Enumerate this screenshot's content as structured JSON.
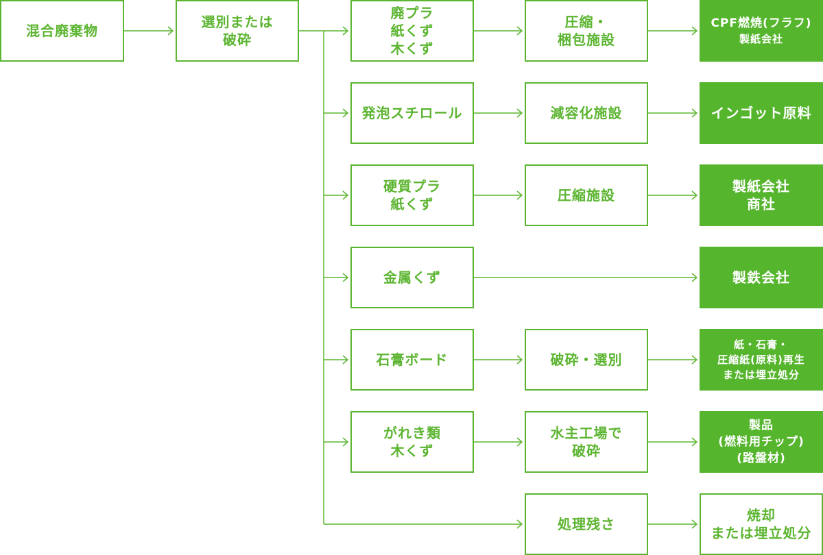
{
  "colors": {
    "outline": "#5cb531",
    "fill": "#55b52d",
    "arrow": "#5cb531"
  },
  "source": {
    "label": "混合廃棄物"
  },
  "sort": {
    "lines": [
      "選別または",
      "破砕"
    ]
  },
  "rows": [
    {
      "material": [
        "廃プラ",
        "紙くず",
        "木くず"
      ],
      "process": [
        "圧縮・",
        "梱包施設"
      ],
      "destination": [
        "CPF燃焼(フラフ)",
        "製紙会社"
      ]
    },
    {
      "material": [
        "発泡スチロール"
      ],
      "process": [
        "減容化施設"
      ],
      "destination": [
        "インゴット原料"
      ]
    },
    {
      "material": [
        "硬質プラ",
        "紙くず"
      ],
      "process": [
        "圧縮施設"
      ],
      "destination": [
        "製紙会社",
        "商社"
      ]
    },
    {
      "material": [
        "金属くず"
      ],
      "process": [],
      "destination": [
        "製鉄会社"
      ]
    },
    {
      "material": [
        "石膏ボード"
      ],
      "process": [
        "破砕・選別"
      ],
      "destination": [
        "紙・石膏・",
        "圧縮紙(原料)再生",
        "または埋立処分"
      ]
    },
    {
      "material": [
        "がれき類",
        "木くず"
      ],
      "process": [
        "水主工場で",
        "破砕"
      ],
      "destination": [
        "製品",
        "(燃料用チップ)",
        "(路盤材)"
      ]
    },
    {
      "material": [],
      "process": [
        "処理残さ"
      ],
      "destination": [
        "焼却",
        "または埋立処分"
      ]
    }
  ]
}
